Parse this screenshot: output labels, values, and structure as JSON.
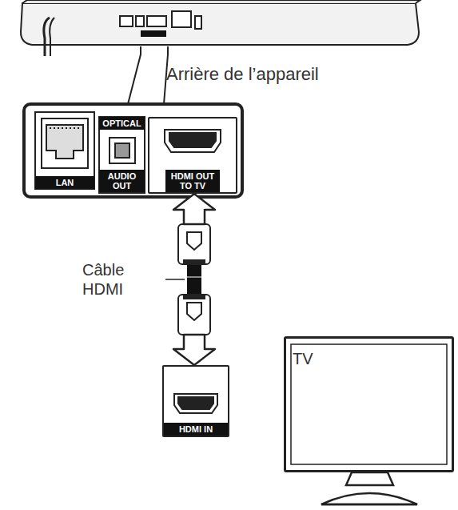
{
  "diagram": {
    "nodes": [
      {
        "text": [
          "HDMI OUT TO TV"
        ]
      },
      {
        "text": [
          "HDMI IN"
        ]
      },
      {
        "text": [
          "TV"
        ]
      }
    ],
    "edges": [
      {
        "from": 0,
        "to": 1,
        "arrow": "both",
        "label": "Câble HDMI"
      }
    ],
    "labels": [
      "Arrière de l’appareil",
      "LAN",
      "OPTICAL",
      "AUDIO OUT"
    ]
  }
}
